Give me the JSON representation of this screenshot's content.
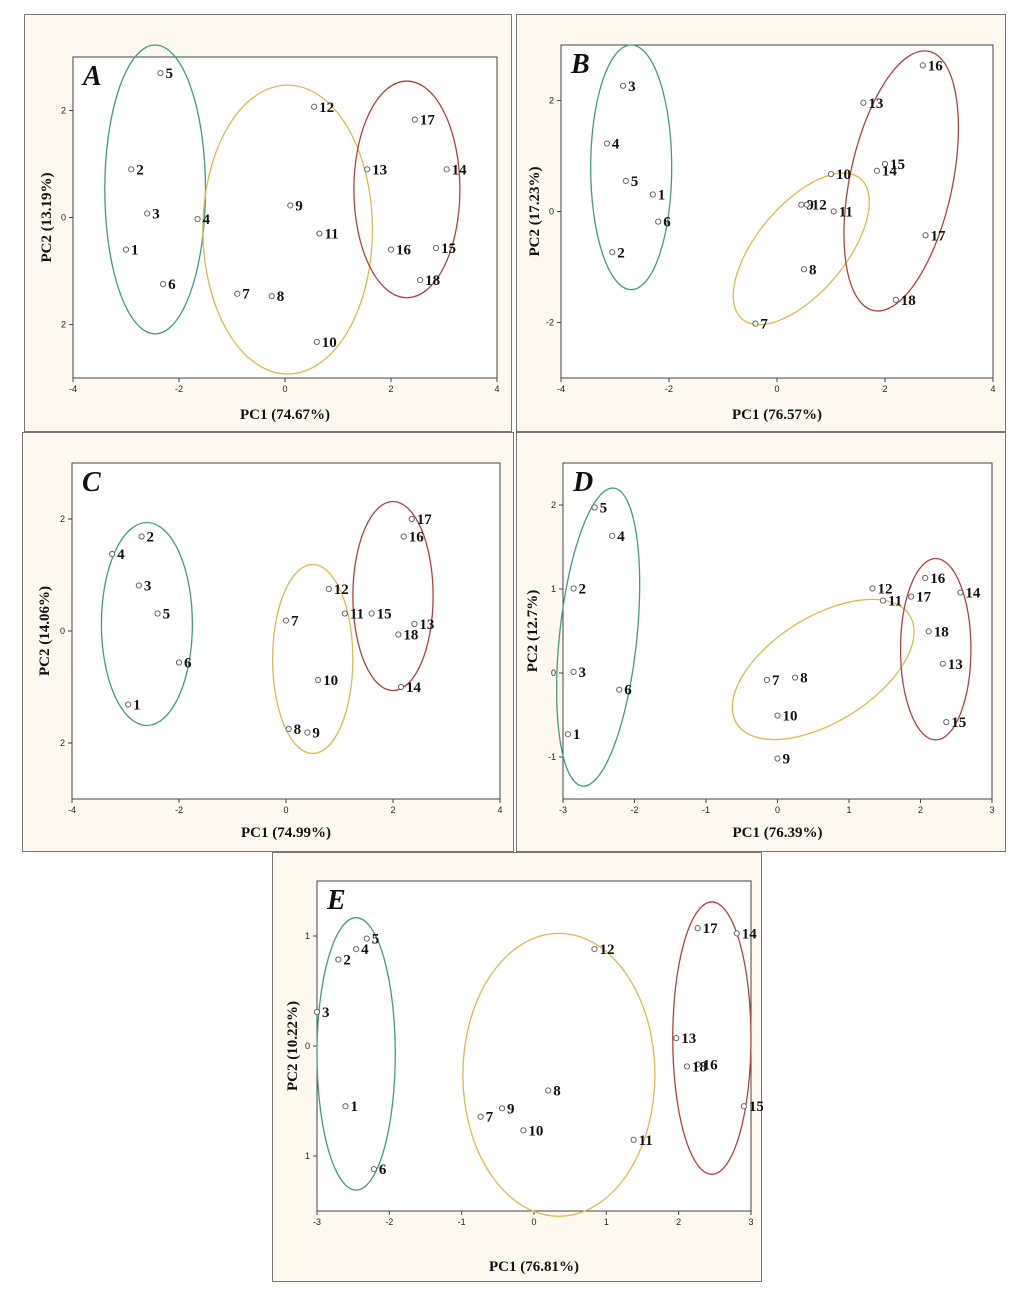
{
  "colors": {
    "green": "#3f9e7c",
    "yellow": "#e0b84a",
    "red": "#b3413c"
  },
  "chart_data": [
    {
      "type": "scatter",
      "panel": "A",
      "xlabel": "PC1 (74.67%)",
      "ylabel": "PC2 (13.19%)",
      "xticks": [
        "-4",
        "-2",
        "0",
        "2",
        "4"
      ],
      "yticks": [
        "2",
        "0",
        "2"
      ],
      "xlim": [
        -4,
        4
      ],
      "ylim": [
        -2,
        2
      ],
      "points": [
        {
          "label": "1",
          "x": -3.0,
          "y": -0.4
        },
        {
          "label": "2",
          "x": -2.9,
          "y": 0.6
        },
        {
          "label": "3",
          "x": -2.6,
          "y": 0.05
        },
        {
          "label": "4",
          "x": -1.65,
          "y": -0.02
        },
        {
          "label": "5",
          "x": -2.35,
          "y": 1.8
        },
        {
          "label": "6",
          "x": -2.3,
          "y": -0.83
        },
        {
          "label": "7",
          "x": -0.9,
          "y": -0.95
        },
        {
          "label": "8",
          "x": -0.25,
          "y": -0.98
        },
        {
          "label": "9",
          "x": 0.1,
          "y": 0.15
        },
        {
          "label": "10",
          "x": 0.6,
          "y": -1.55
        },
        {
          "label": "11",
          "x": 0.65,
          "y": -0.2
        },
        {
          "label": "12",
          "x": 0.55,
          "y": 1.38
        },
        {
          "label": "13",
          "x": 1.55,
          "y": 0.6
        },
        {
          "label": "14",
          "x": 3.05,
          "y": 0.6
        },
        {
          "label": "15",
          "x": 2.85,
          "y": -0.38
        },
        {
          "label": "16",
          "x": 2.0,
          "y": -0.4
        },
        {
          "label": "17",
          "x": 2.45,
          "y": 1.22
        },
        {
          "label": "18",
          "x": 2.55,
          "y": -0.78
        }
      ],
      "groups": [
        {
          "color": "green",
          "cx": -2.45,
          "cy": 0.35,
          "rx": 0.95,
          "ry": 1.8
        },
        {
          "color": "yellow",
          "cx": 0.05,
          "cy": -0.15,
          "rx": 1.6,
          "ry": 1.8
        },
        {
          "color": "red",
          "cx": 2.3,
          "cy": 0.35,
          "rx": 1.0,
          "ry": 1.35
        }
      ]
    },
    {
      "type": "scatter",
      "panel": "B",
      "xlabel": "PC1 (76.57%)",
      "ylabel": "PC2 (17.23%)",
      "xticks": [
        "-4",
        "-2",
        "0",
        "2",
        "4"
      ],
      "yticks": [
        "2",
        "0",
        "-2"
      ],
      "xlim": [
        -4,
        4
      ],
      "ylim": [
        -2.7,
        2.2
      ],
      "points": [
        {
          "label": "1",
          "x": -2.3,
          "y": 0.0
        },
        {
          "label": "2",
          "x": -3.05,
          "y": -0.85
        },
        {
          "label": "3",
          "x": -2.85,
          "y": 1.6
        },
        {
          "label": "4",
          "x": -3.15,
          "y": 0.75
        },
        {
          "label": "5",
          "x": -2.8,
          "y": 0.2
        },
        {
          "label": "6",
          "x": -2.2,
          "y": -0.4
        },
        {
          "label": "7",
          "x": -0.4,
          "y": -1.9
        },
        {
          "label": "8",
          "x": 0.5,
          "y": -1.1
        },
        {
          "label": "9",
          "x": 0.45,
          "y": -0.15
        },
        {
          "label": "10",
          "x": 1.0,
          "y": 0.3
        },
        {
          "label": "11",
          "x": 1.05,
          "y": -0.25
        },
        {
          "label": "12",
          "x": 0.55,
          "y": -0.15
        },
        {
          "label": "13",
          "x": 1.6,
          "y": 1.35
        },
        {
          "label": "14",
          "x": 1.85,
          "y": 0.35
        },
        {
          "label": "15",
          "x": 2.0,
          "y": 0.45
        },
        {
          "label": "16",
          "x": 2.7,
          "y": 1.9
        },
        {
          "label": "17",
          "x": 2.75,
          "y": -0.6
        },
        {
          "label": "18",
          "x": 2.2,
          "y": -1.55
        }
      ],
      "groups": [
        {
          "color": "green",
          "cx": -2.7,
          "cy": 0.4,
          "rx": 0.75,
          "ry": 1.8
        },
        {
          "color": "yellow",
          "cx": 0.45,
          "cy": -0.8,
          "rx": 1.7,
          "ry": 0.65,
          "rotate": -50
        },
        {
          "color": "red",
          "cx": 2.3,
          "cy": 0.2,
          "rx": 0.95,
          "ry": 1.95,
          "rotate": 12
        }
      ]
    },
    {
      "type": "scatter",
      "panel": "C",
      "xlabel": "PC1 (74.99%)",
      "ylabel": "PC2 (14.06%)",
      "xticks": [
        "-4",
        "-2",
        "0",
        "2",
        "4"
      ],
      "yticks": [
        "2",
        "0",
        "2"
      ],
      "xlim": [
        -4,
        4
      ],
      "ylim": [
        -2.5,
        2.3
      ],
      "points": [
        {
          "label": "1",
          "x": -2.95,
          "y": -1.15
        },
        {
          "label": "2",
          "x": -2.7,
          "y": 1.25
        },
        {
          "label": "3",
          "x": -2.75,
          "y": 0.55
        },
        {
          "label": "4",
          "x": -3.25,
          "y": 1.0
        },
        {
          "label": "5",
          "x": -2.4,
          "y": 0.15
        },
        {
          "label": "6",
          "x": -2.0,
          "y": -0.55
        },
        {
          "label": "7",
          "x": 0.0,
          "y": 0.05
        },
        {
          "label": "8",
          "x": 0.05,
          "y": -1.5
        },
        {
          "label": "9",
          "x": 0.4,
          "y": -1.55
        },
        {
          "label": "10",
          "x": 0.6,
          "y": -0.8
        },
        {
          "label": "11",
          "x": 1.1,
          "y": 0.15
        },
        {
          "label": "12",
          "x": 0.8,
          "y": 0.5
        },
        {
          "label": "13",
          "x": 2.4,
          "y": 0.0
        },
        {
          "label": "14",
          "x": 2.15,
          "y": -0.9
        },
        {
          "label": "15",
          "x": 1.6,
          "y": 0.15
        },
        {
          "label": "16",
          "x": 2.2,
          "y": 1.25
        },
        {
          "label": "17",
          "x": 2.35,
          "y": 1.5
        },
        {
          "label": "18",
          "x": 2.1,
          "y": -0.15
        }
      ],
      "groups": [
        {
          "color": "green",
          "cx": -2.6,
          "cy": 0.0,
          "rx": 0.85,
          "ry": 1.45
        },
        {
          "color": "yellow",
          "cx": 0.5,
          "cy": -0.5,
          "rx": 0.75,
          "ry": 1.35
        },
        {
          "color": "red",
          "cx": 2.0,
          "cy": 0.4,
          "rx": 0.75,
          "ry": 1.35
        }
      ]
    },
    {
      "type": "scatter",
      "panel": "D",
      "xlabel": "PC1 (76.39%)",
      "ylabel": "PC2 (12.7%)",
      "xticks": [
        "-3",
        "-2",
        "-1",
        "0",
        "1",
        "2",
        "3"
      ],
      "yticks": [
        "2",
        "1",
        "0",
        "-1"
      ],
      "xlim": [
        -3.05,
        3.05
      ],
      "ylim": [
        -1.95,
        2.2
      ],
      "points": [
        {
          "label": "1",
          "x": -2.98,
          "y": -1.15
        },
        {
          "label": "2",
          "x": -2.9,
          "y": 0.65
        },
        {
          "label": "3",
          "x": -2.9,
          "y": -0.38
        },
        {
          "label": "4",
          "x": -2.35,
          "y": 1.3
        },
        {
          "label": "5",
          "x": -2.6,
          "y": 1.65
        },
        {
          "label": "6",
          "x": -2.25,
          "y": -0.6
        },
        {
          "label": "7",
          "x": -0.15,
          "y": -0.48
        },
        {
          "label": "8",
          "x": 0.25,
          "y": -0.45
        },
        {
          "label": "9",
          "x": 0.0,
          "y": -1.45
        },
        {
          "label": "10",
          "x": 0.0,
          "y": -0.92
        },
        {
          "label": "11",
          "x": 1.5,
          "y": 0.5
        },
        {
          "label": "12",
          "x": 1.35,
          "y": 0.65
        },
        {
          "label": "13",
          "x": 2.35,
          "y": -0.28
        },
        {
          "label": "14",
          "x": 2.6,
          "y": 0.6
        },
        {
          "label": "15",
          "x": 2.4,
          "y": -1.0
        },
        {
          "label": "16",
          "x": 2.1,
          "y": 0.78
        },
        {
          "label": "17",
          "x": 1.9,
          "y": 0.55
        },
        {
          "label": "18",
          "x": 2.15,
          "y": 0.12
        }
      ],
      "groups": [
        {
          "color": "green",
          "cx": -2.55,
          "cy": 0.05,
          "rx": 0.55,
          "ry": 1.85,
          "rotate": 6
        },
        {
          "color": "yellow",
          "cx": 0.65,
          "cy": -0.35,
          "rx": 1.45,
          "ry": 0.65,
          "rotate": -32
        },
        {
          "color": "red",
          "cx": 2.25,
          "cy": -0.1,
          "rx": 0.5,
          "ry": 1.12
        }
      ]
    },
    {
      "type": "scatter",
      "panel": "E",
      "xlabel": "PC1 (76.81%)",
      "ylabel": "PC2 (10.22%)",
      "xticks": [
        "-3",
        "-2",
        "-1",
        "0",
        "1",
        "2",
        "3"
      ],
      "yticks": [
        "1",
        "0",
        "1"
      ],
      "xlim": [
        -3.05,
        3.05
      ],
      "ylim": [
        -1.6,
        1.55
      ],
      "points": [
        {
          "label": "1",
          "x": -2.65,
          "y": -0.6
        },
        {
          "label": "2",
          "x": -2.75,
          "y": 0.8
        },
        {
          "label": "3",
          "x": -3.05,
          "y": 0.3
        },
        {
          "label": "4",
          "x": -2.5,
          "y": 0.9
        },
        {
          "label": "5",
          "x": -2.35,
          "y": 1.0
        },
        {
          "label": "6",
          "x": -2.25,
          "y": -1.2
        },
        {
          "label": "7",
          "x": -0.75,
          "y": -0.7
        },
        {
          "label": "8",
          "x": 0.2,
          "y": -0.45
        },
        {
          "label": "9",
          "x": -0.45,
          "y": -0.62
        },
        {
          "label": "10",
          "x": -0.15,
          "y": -0.83
        },
        {
          "label": "11",
          "x": 1.4,
          "y": -0.92
        },
        {
          "label": "12",
          "x": 0.85,
          "y": 0.9
        },
        {
          "label": "13",
          "x": 2.0,
          "y": 0.05
        },
        {
          "label": "14",
          "x": 2.85,
          "y": 1.05
        },
        {
          "label": "15",
          "x": 2.95,
          "y": -0.6
        },
        {
          "label": "16",
          "x": 2.3,
          "y": -0.2
        },
        {
          "label": "17",
          "x": 2.3,
          "y": 1.1
        },
        {
          "label": "18",
          "x": 2.15,
          "y": -0.22
        }
      ],
      "groups": [
        {
          "color": "green",
          "cx": -2.5,
          "cy": -0.1,
          "rx": 0.55,
          "ry": 1.3
        },
        {
          "color": "yellow",
          "cx": 0.35,
          "cy": -0.3,
          "rx": 1.35,
          "ry": 1.35
        },
        {
          "color": "red",
          "cx": 2.5,
          "cy": 0.05,
          "rx": 0.55,
          "ry": 1.3
        }
      ]
    }
  ]
}
